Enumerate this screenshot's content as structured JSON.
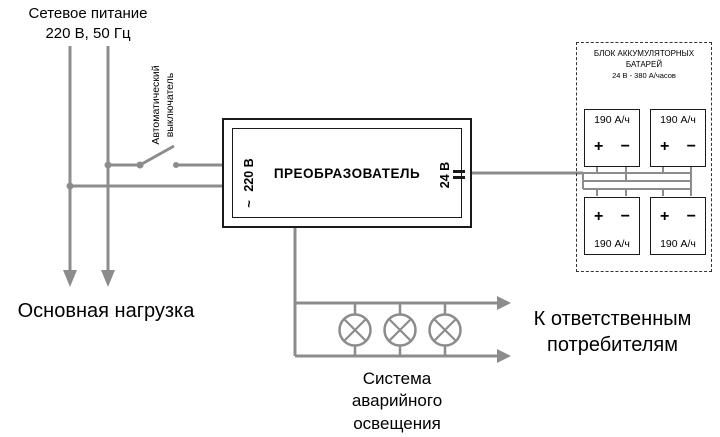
{
  "colors": {
    "wire": "#8c8c8c",
    "outline": "#1a1a1a"
  },
  "mains": {
    "label": "Сетевое питание\n220 В, 50 Гц"
  },
  "breaker": {
    "label": "Автоматический\nвыключатель"
  },
  "converter": {
    "title": "ПРЕОБРАЗОВАТЕЛЬ",
    "input_voltage": "220 В",
    "output_voltage": "24 В",
    "ac_symbol": "~"
  },
  "loads": {
    "main": "Основная нагрузка",
    "consumers": "К ответственным\nпотребителям",
    "emergency": "Система\nаварийного\nосвещения"
  },
  "battery_block": {
    "title": "БЛОК АККУМУЛЯТОРНЫХ\nБАТАРЕЙ",
    "subtitle": "24 В - 380 А/часов",
    "plus": "+",
    "minus": "−",
    "cells": [
      {
        "label": "190 А/ч"
      },
      {
        "label": "190 А/ч"
      },
      {
        "label": "190 А/ч"
      },
      {
        "label": "190 А/ч"
      }
    ]
  }
}
